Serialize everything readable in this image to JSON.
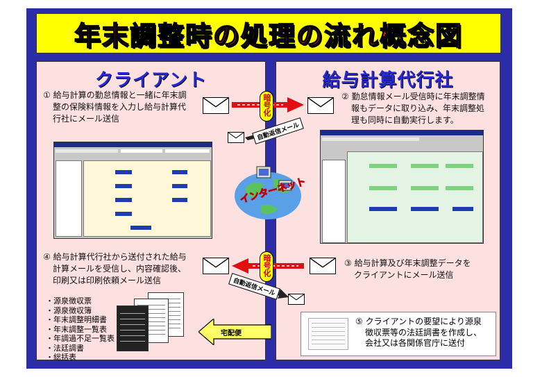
{
  "title": "年末調整時の処理の流れ概念図",
  "left_panel": {
    "heading": "クライアント"
  },
  "right_panel": {
    "heading": "給与計算代行社"
  },
  "steps": {
    "step1": [
      "① 給与計算の勤怠情報と一緒に年末調",
      "整の保険料情報を入力し給与計算代",
      "行社にメール送信"
    ],
    "step2": [
      "② 勤怠情報メール受信時に年末調整情",
      "報もデータに取り込み、年末調整処",
      "理も同時に自動実行します。"
    ],
    "step3": [
      "③ 給与計算及び年末調整データを",
      "クライアントにメール送信"
    ],
    "step4": [
      "④ 給与計算代行社から送付された給与",
      "計算メールを受信し、内容確認後、",
      "印刷又は印刷依頼メール送信"
    ],
    "step5": [
      "⑤ クライアントの要望により源泉",
      "徴収票等の法廷調書を作成し、",
      "会社又は各関係官庁に送付"
    ]
  },
  "labels": {
    "encrypt_top": "暗号化",
    "encrypt_bottom": "暗号化",
    "auto_reply_top": "自動返信メール",
    "auto_reply_bottom": "自動返信メール",
    "internet": "インターネット",
    "courier": "宅配便"
  },
  "documents": [
    "・源泉徴収票",
    "・源泉徴収簿",
    "・年末調整明細書",
    "・年末調整一覧表",
    "・年調過不足一覧表",
    "・法廷調書",
    "・総括表"
  ],
  "colors": {
    "frame": "#2c2ca8",
    "title_bg": "#ffff00",
    "title_text": "#ff2020",
    "panel_bg": "#fde0e0",
    "heading_text": "#2828d8",
    "arrow_red": "#e01010",
    "courier_arrow": "#ffff66"
  },
  "icons": [
    "envelope-icon",
    "red-arrow-icon",
    "globe-icon",
    "computer-icon",
    "courier-arrow-icon"
  ]
}
